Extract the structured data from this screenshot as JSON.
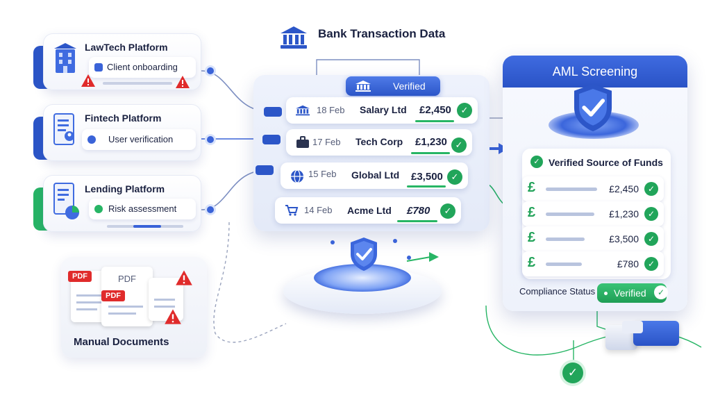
{
  "header": {
    "title": "Bank Transaction Data",
    "verified_label": "Verified"
  },
  "platforms": [
    {
      "title": "LawTech Platform",
      "subtitle": "Client onboarding"
    },
    {
      "title": "Fintech Platform",
      "subtitle": "User verification"
    },
    {
      "title": "Lending Platform",
      "subtitle": "Risk assessment"
    }
  ],
  "manual": {
    "title": "Manual Documents",
    "pdf_label": "PDF"
  },
  "transactions": [
    {
      "date": "18 Feb",
      "name": "Salary Ltd",
      "amount": "£2,450",
      "icon": "bank-icon"
    },
    {
      "date": "17 Feb",
      "name": "Tech Corp",
      "amount": "£1,230",
      "icon": "briefcase-icon"
    },
    {
      "date": "15 Feb",
      "name": "Global Ltd",
      "amount": "£3,500",
      "icon": "globe-icon"
    },
    {
      "date": "14 Feb",
      "name": "Acme Ltd",
      "amount": "£780",
      "icon": "cart-icon"
    }
  ],
  "aml": {
    "title": "AML Screening",
    "sources_title": "Verified Source of Funds",
    "currency_symbol": "£",
    "funds": [
      "£2,450",
      "£1,230",
      "£3,500",
      "£780"
    ],
    "compliance_label": "Compliance Status",
    "compliance_value": "Verified"
  },
  "colors": {
    "primary": "#2c56c8",
    "success": "#21a55a",
    "warning": "#e02b2b"
  }
}
